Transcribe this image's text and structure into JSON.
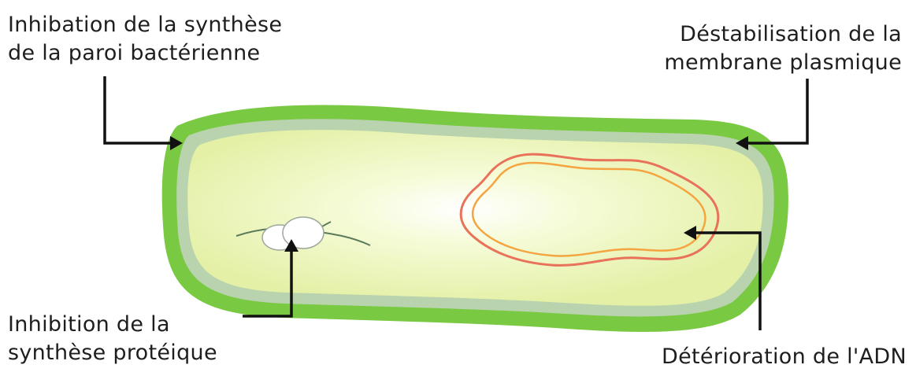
{
  "labels": {
    "cell_wall": [
      "Inhibation de la synthèse",
      "de la paroi bactérienne"
    ],
    "membrane": [
      "Déstabilisation de la",
      "membrane plasmique"
    ],
    "protein": [
      "Inhibition de la",
      "synthèse protéique"
    ],
    "dna": [
      "Détérioration de l'ADN"
    ]
  },
  "colors": {
    "cell_wall": "#7ac943",
    "membrane": "#a9c9a4",
    "cytoplasm": "#eef7b8",
    "dna_outer": "#e8735a",
    "dna_inner": "#f4a441",
    "ribosome": "#ffffff",
    "arrow": "#111111"
  }
}
